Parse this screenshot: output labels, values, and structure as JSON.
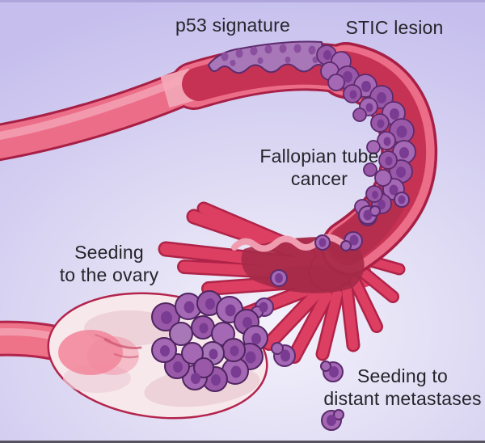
{
  "labels": {
    "p53_signature": "p53 signature",
    "stic_lesion": "STIC lesion",
    "fallopian_tube_cancer_line1": "Fallopian tube",
    "fallopian_tube_cancer_line2": "cancer",
    "seeding_ovary_line1": "Seeding",
    "seeding_ovary_line2": "to the ovary",
    "seeding_distant_line1": "Seeding to",
    "seeding_distant_line2": "distant metastases"
  },
  "colors": {
    "background_top": "#c6bfee",
    "background_light": "#f3f1fb",
    "top_border": "#a9a1d6",
    "bottom_border": "#56525e",
    "tube_outline": "#a81f45",
    "tube_pink": "#ec6d88",
    "tube_highlight": "#f5a8ba",
    "tube_band": "#f2a3b3",
    "lumen": "#c63253",
    "lumen_shadow": "#a52a48",
    "fimbria": "#dc3f62",
    "fimbria_outline": "#b02348",
    "fimbria_fold": "#f09cb0",
    "opening": "#a62a49",
    "ovary_fill": "#f7e8ec",
    "ovary_outline": "#b3244c",
    "ovary_shade": "#eccfd8",
    "ovary_crease": "#cc5a76",
    "stalk": "#ee7288",
    "stalk_junction": "#f2899d",
    "cell_fill": "#9959a8",
    "cell_fill_alt": "#a468b4",
    "cell_light": "#a877b8",
    "cell_outline": "#5c2a6e",
    "cell_outline_dark": "#4f2460",
    "cell_nucleus": "#7a3c92",
    "p53_nucleus": "#8a4f9e",
    "text": "#26242a"
  }
}
